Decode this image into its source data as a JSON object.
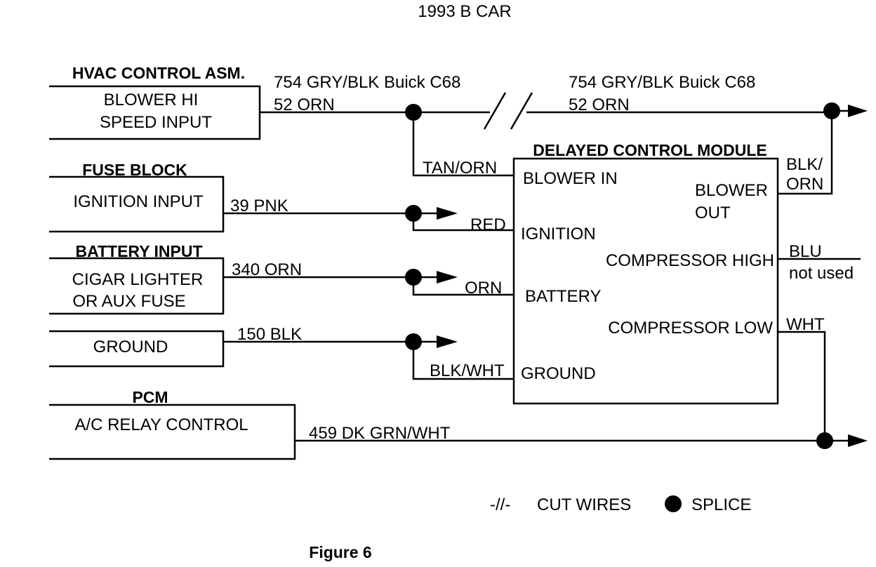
{
  "header": {
    "title": "1993  B CAR"
  },
  "sources": {
    "hvac": {
      "header": "HVAC CONTROL ASM.",
      "line1": "BLOWER HI",
      "line2": "SPEED INPUT"
    },
    "fuse": {
      "header": "FUSE BLOCK",
      "line1": "IGNITION INPUT"
    },
    "battery": {
      "header": "BATTERY INPUT",
      "line1": "CIGAR LIGHTER",
      "line2": "OR AUX FUSE"
    },
    "ground": {
      "line1": "GROUND"
    },
    "pcm": {
      "header": "PCM",
      "line1": "A/C RELAY CONTROL"
    }
  },
  "wires": {
    "hvac_left_desc": "754 GRY/BLK Buick C68",
    "hvac_left_code": "52 ORN",
    "hvac_right_desc": "754 GRY/BLK Buick C68",
    "hvac_right_code": "52 ORN",
    "fuse": "39 PNK",
    "battery": "340 ORN",
    "ground": "150 BLK",
    "pcm": "459 DK GRN/WHT"
  },
  "module": {
    "title": "DELAYED CONTROL MODULE",
    "inputs": {
      "blower_in": {
        "label": "BLOWER IN",
        "wire": "TAN/ORN"
      },
      "ignition": {
        "label": "IGNITION",
        "wire": "RED"
      },
      "battery": {
        "label": "BATTERY",
        "wire": "ORN"
      },
      "ground": {
        "label": "GROUND",
        "wire": "BLK/WHT"
      }
    },
    "outputs": {
      "blower_out": {
        "label1": "BLOWER",
        "label2": "OUT",
        "wire1": "BLK/",
        "wire2": "ORN"
      },
      "comp_high": {
        "label": "COMPRESSOR HIGH",
        "wire": "BLU",
        "note": "not used"
      },
      "comp_low": {
        "label": "COMPRESSOR LOW",
        "wire": "WHT"
      }
    }
  },
  "legend": {
    "cut_symbol": "-//-",
    "cut_label": "CUT WIRES",
    "splice_label": "SPLICE"
  },
  "caption": "Figure 6"
}
